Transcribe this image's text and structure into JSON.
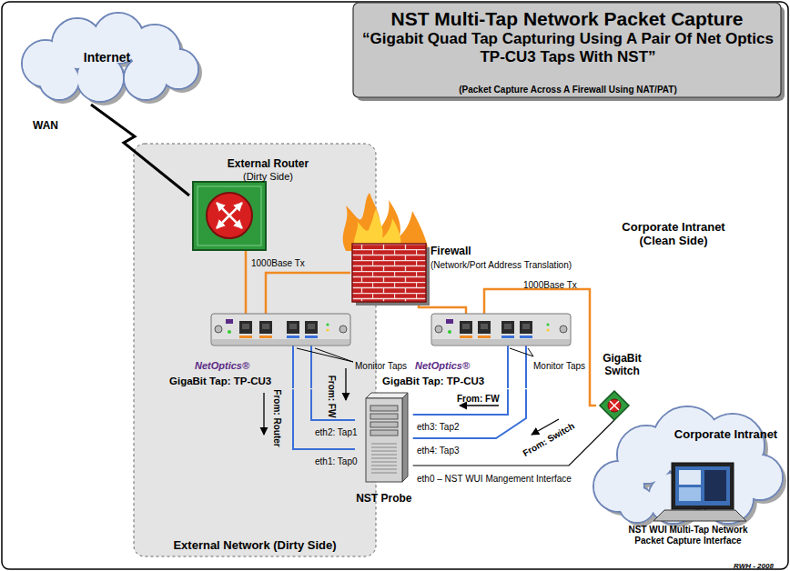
{
  "diagram": {
    "title": "NST Multi-Tap Network Packet Capture",
    "nodes": [
      {
        "text": [
          "Internet"
        ]
      },
      {
        "text": [
          "External Network (Dirty Side)"
        ]
      },
      {
        "text": [
          "External Router",
          "(Dirty Side)"
        ],
        "in": 1
      },
      {
        "text": [
          "Firewall",
          "(Network/Port Address Translation)"
        ]
      },
      {
        "text": [
          "GigaBit Tap: TP-CU3"
        ],
        "in": 1
      },
      {
        "text": [
          "GigaBit Tap: TP-CU3"
        ]
      },
      {
        "text": [
          "GigaBit Switch"
        ]
      },
      {
        "text": [
          "NST Probe"
        ],
        "in": 1
      },
      {
        "text": [
          "Corporate Intranet"
        ]
      },
      {
        "text": [
          "NST WUI Multi-Tap Network Packet Capture Interface"
        ]
      }
    ],
    "edges": [
      {
        "from": 0,
        "to": 2,
        "label": "WAN",
        "arrow": "none"
      },
      {
        "from": 2,
        "to": 4,
        "label": "1000Base Tx",
        "arrow": "none"
      },
      {
        "from": 4,
        "to": 3,
        "arrow": "none"
      },
      {
        "from": 3,
        "to": 5,
        "arrow": "none"
      },
      {
        "from": 5,
        "to": 6,
        "label": "1000Base Tx",
        "arrow": "none"
      },
      {
        "from": 4,
        "to": 7,
        "arrow": "none"
      },
      {
        "from": 4,
        "to": 7,
        "arrow": "none"
      },
      {
        "from": 5,
        "to": 7,
        "arrow": "none"
      },
      {
        "from": 5,
        "to": 7,
        "arrow": "none"
      },
      {
        "from": 7,
        "to": 6,
        "label": "eth0 – NST WUI Mangement Interface",
        "arrow": "none"
      }
    ],
    "labels": [
      "“Gigabit Quad Tap Capturing Using A Pair Of Net Optics TP-CU3 Taps With NST”",
      "(Packet Capture Across A Firewall Using NAT/PAT)",
      "Corporate Intranet (Clean Side)",
      "Monitor Taps",
      "Monitor Taps",
      "NetOptics®",
      "NetOptics®",
      "From: FW",
      "From: Router",
      "eth2: Tap1",
      "eth1: Tap0",
      "From: FW",
      "eth3: Tap2",
      "From: Switch",
      "eth4: Tap3",
      "RWH - 2008"
    ]
  }
}
